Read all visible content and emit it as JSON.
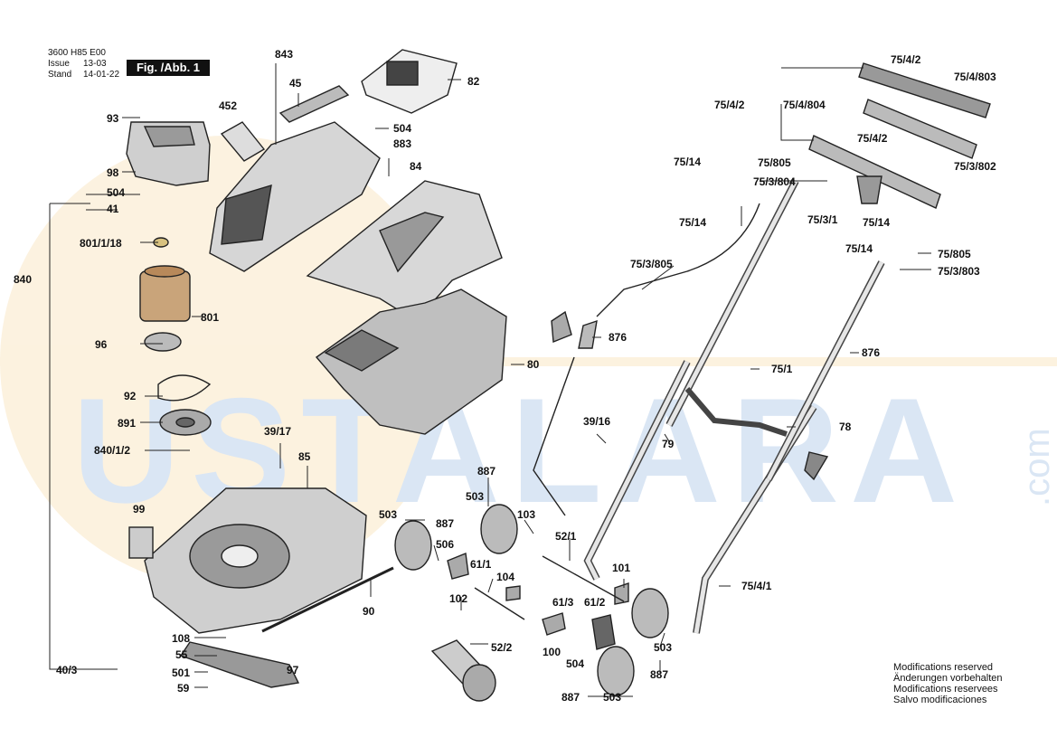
{
  "header": {
    "doc_number": "3600 H85 E00",
    "issue_label": "Issue",
    "issue_value": "13-03",
    "stand_label": "Stand",
    "stand_value": "14-01-22",
    "figure_label": "Fig. /Abb. 1"
  },
  "watermark": {
    "text": "USTALARA",
    "suffix": ".com"
  },
  "notes": {
    "lines": [
      "Modifications reserved",
      "Änderungen vorbehalten",
      "Modifications reservees",
      "Salvo modificaciones"
    ]
  },
  "part_labels": [
    "93",
    "98",
    "504",
    "41",
    "801/1/18",
    "840",
    "801",
    "96",
    "92",
    "891",
    "840/1/2",
    "99",
    "40/3",
    "843",
    "45",
    "452",
    "504",
    "883",
    "84",
    "82",
    "80",
    "39/17",
    "85",
    "503",
    "887",
    "506",
    "90",
    "108",
    "55",
    "501",
    "59",
    "97",
    "887",
    "503",
    "103",
    "52/1",
    "61/1",
    "104",
    "102",
    "61/3",
    "61/2",
    "100",
    "504",
    "52/2",
    "39/16",
    "79",
    "101",
    "503",
    "887",
    "887",
    "503",
    "75/4/1",
    "75/4/2",
    "75/4/803",
    "75/4/2",
    "75/4/804",
    "75/4/2",
    "75/3/802",
    "75/14",
    "75/805",
    "75/3/804",
    "75/14",
    "75/3/1",
    "75/14",
    "75/14",
    "75/805",
    "75/3/803",
    "75/3/805",
    "876",
    "75/1",
    "876",
    "78"
  ]
}
